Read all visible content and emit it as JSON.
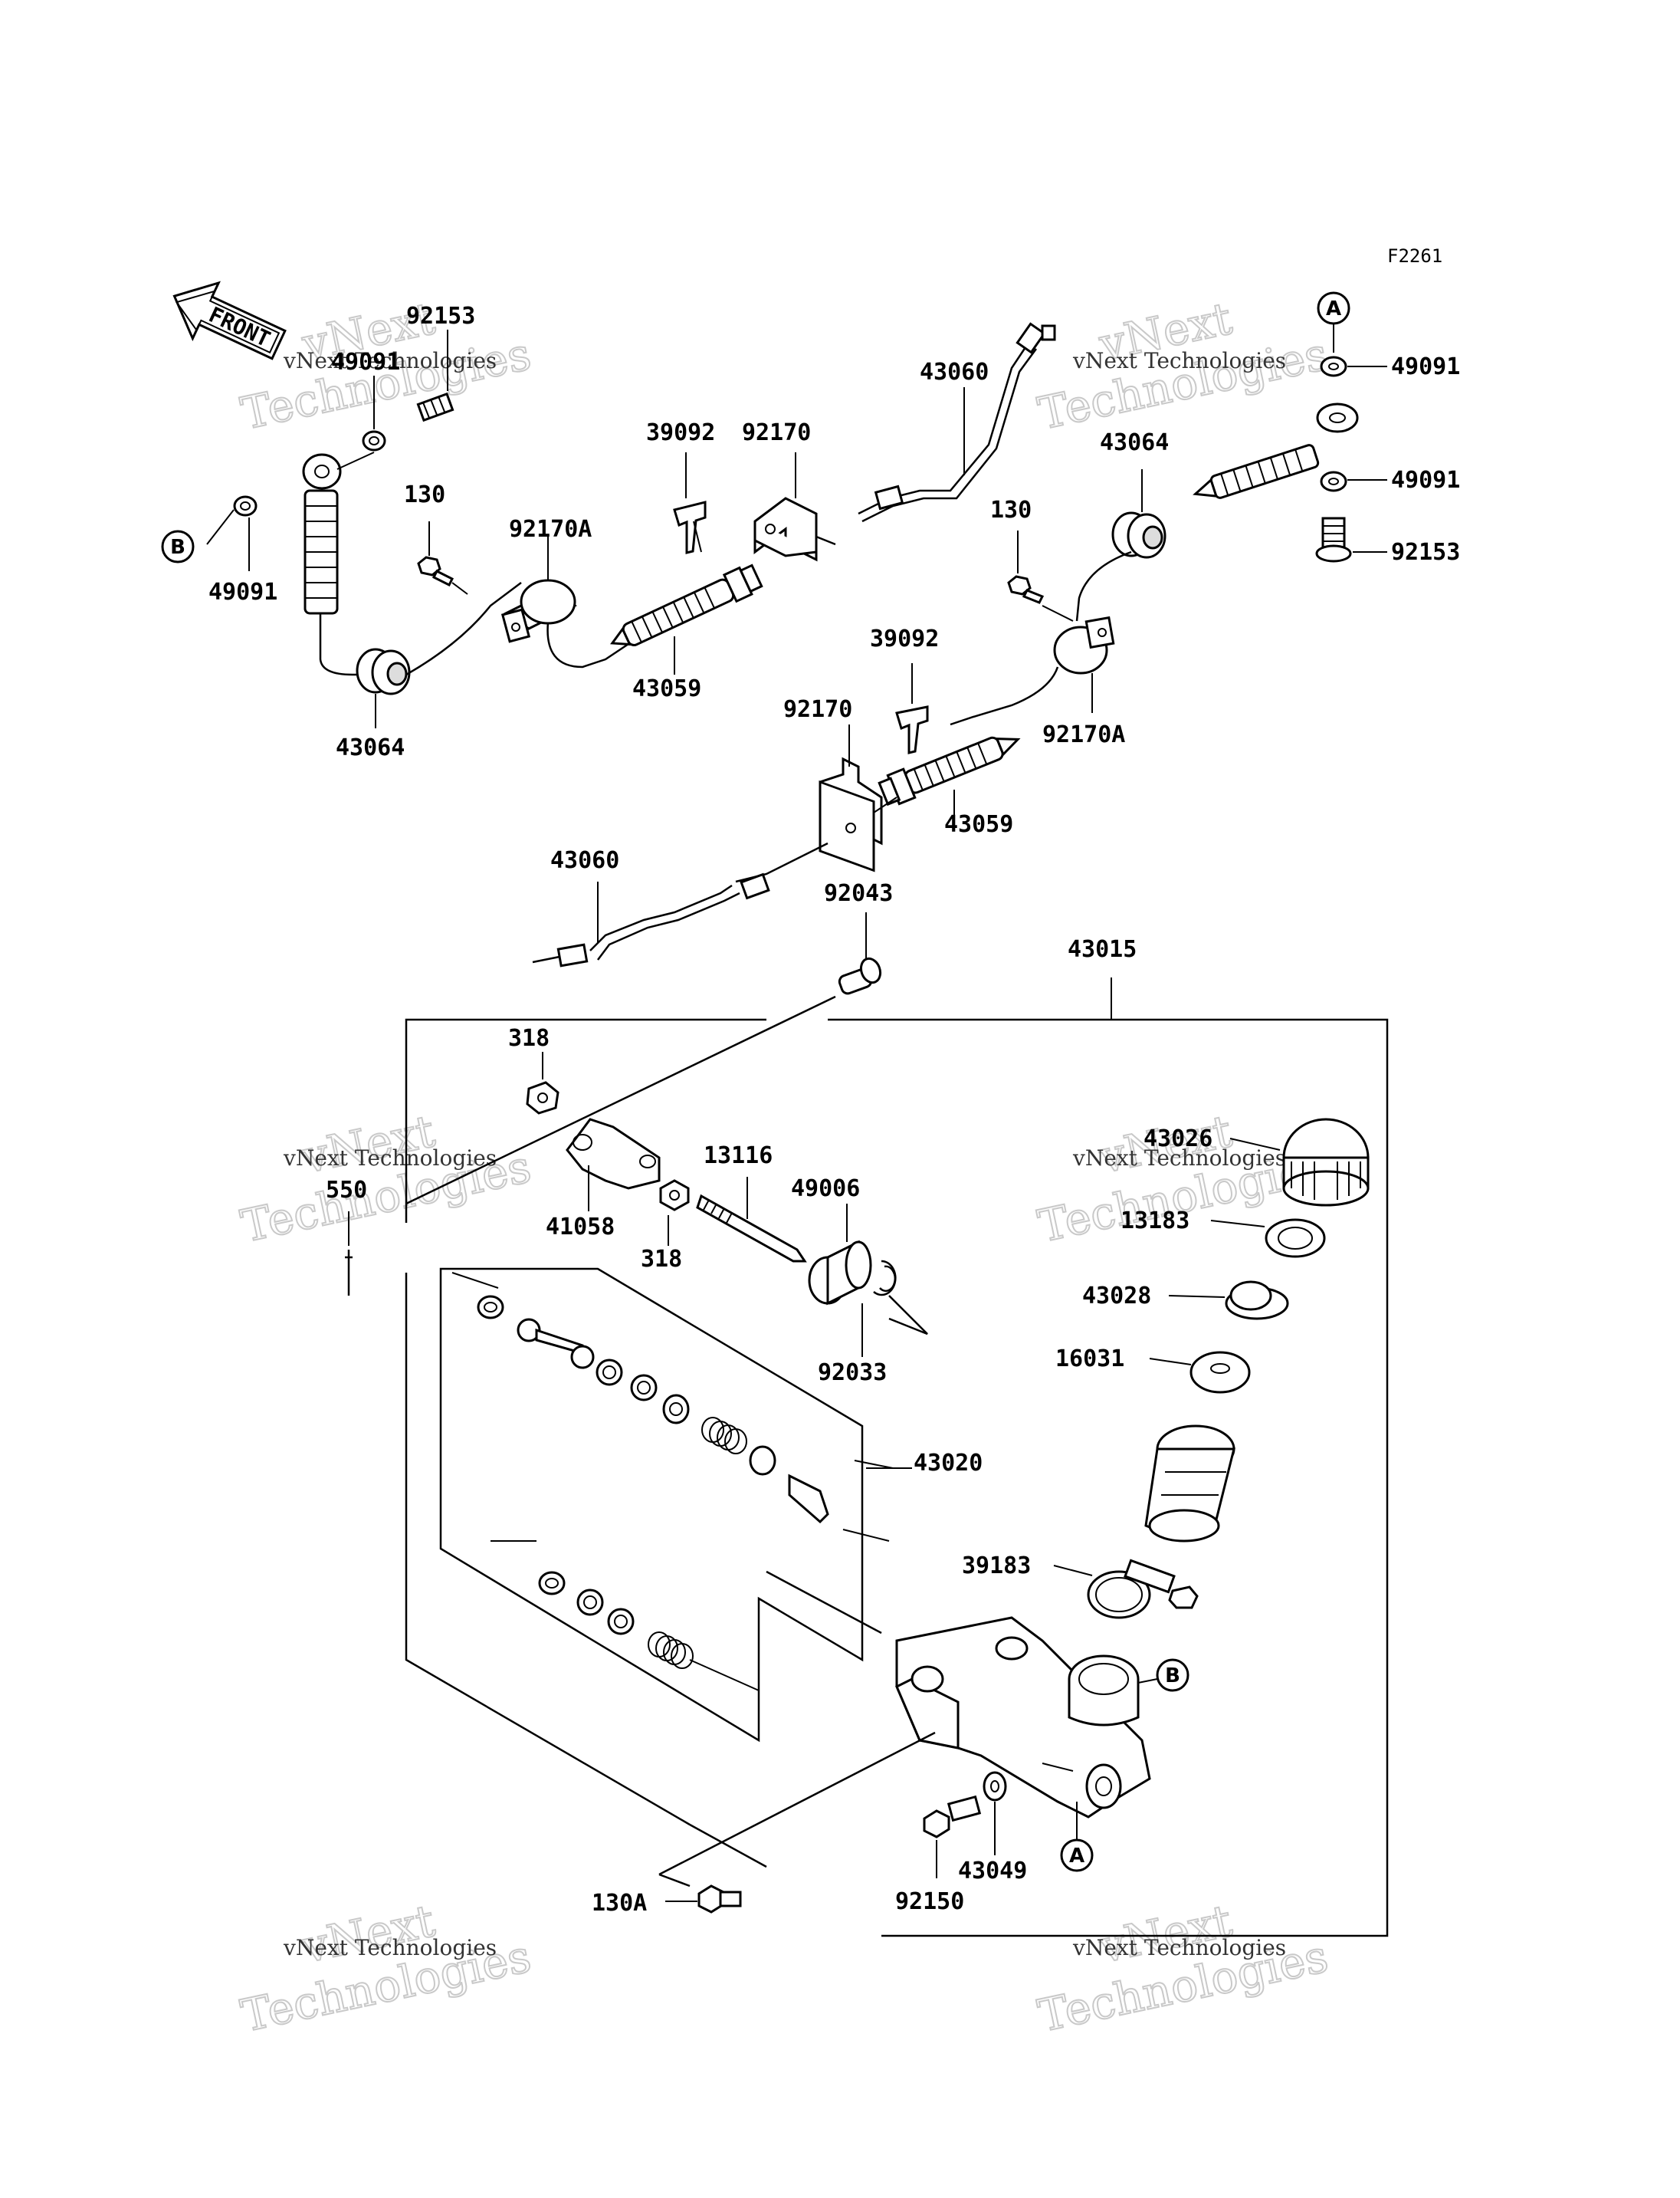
{
  "figure_code": "F2261",
  "front_label": "FRONT",
  "watermark": {
    "company": "vNext Technologies",
    "big_line1": "vNext",
    "big_line2": "Technologies"
  },
  "callouts": {
    "A": "A",
    "B": "B"
  },
  "part_labels": {
    "p92153_left": "92153",
    "p49091_left_top": "49091",
    "p49091_left_bot": "49091",
    "p43064_left": "43064",
    "p130_left": "130",
    "p92170A_left": "92170A",
    "p39092_top": "39092",
    "p92170_top": "92170",
    "p43059_top": "43059",
    "p43060_top": "43060",
    "p43064_right": "43064",
    "p130_right": "130",
    "p49091_right_top": "49091",
    "p49091_right_bot": "49091",
    "p92153_right": "92153",
    "p39092_mid": "39092",
    "p92170_mid": "92170",
    "p43059_mid": "43059",
    "p92170A_right": "92170A",
    "p43060_bot": "43060",
    "p92043": "92043",
    "p43015": "43015",
    "p318_top": "318",
    "p318_bot": "318",
    "p41058": "41058",
    "p550": "550",
    "p13116": "13116",
    "p49006": "49006",
    "p92033": "92033",
    "p43026": "43026",
    "p13183": "13183",
    "p43028": "43028",
    "p16031": "16031",
    "p43020": "43020",
    "p39183": "39183",
    "p92150": "92150",
    "p43049": "43049",
    "p130A": "130A"
  }
}
